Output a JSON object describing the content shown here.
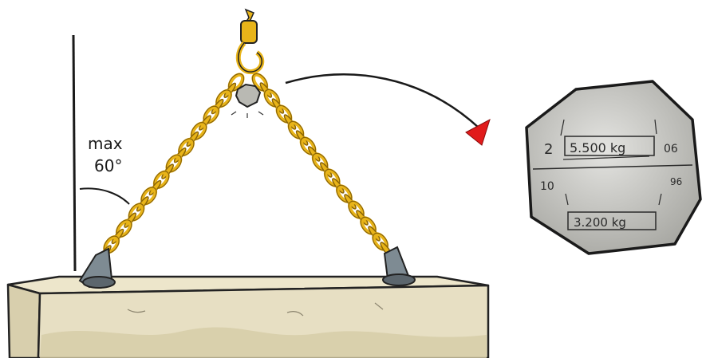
{
  "angle_label": {
    "line1": "max",
    "line2": "60°"
  },
  "tag": {
    "legs": "2",
    "capacity_top": "5.500 kg",
    "code_right": "06",
    "size": "10",
    "code_right_lower": "96",
    "capacity_bottom": "3.200 kg"
  },
  "colors": {
    "chain": "#e8b419",
    "chain_dark": "#8a6406",
    "concrete": "#e7dfc3",
    "concrete_side": "#d9d0ae",
    "tag": "#cfcfcb",
    "arrow_head": "#e11b1b",
    "hook": "#6f7b83"
  }
}
